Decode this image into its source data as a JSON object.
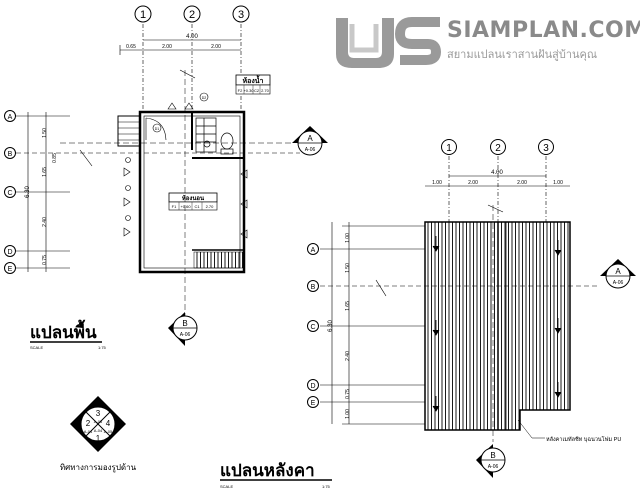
{
  "brand": {
    "name": "SIAMPLAN.COM",
    "tagline": "สยามแปลนเราสานฝันสู่บ้านคุณ",
    "logo_color": "#9a9a9a"
  },
  "floor_plan": {
    "title": "แปลนพื้น",
    "scale_label": "SCALE",
    "scale_value": "1:75",
    "grid_columns": [
      "1",
      "2",
      "3"
    ],
    "grid_rows": [
      "A",
      "B",
      "C",
      "D",
      "E"
    ],
    "overall_width": "4.00",
    "column_dims": [
      "0.65",
      "2.00",
      "2.00"
    ],
    "overall_depth": "6.30",
    "row_dims": [
      "1.50",
      "0.85",
      "1.65",
      "2.40",
      "0.75"
    ],
    "bathroom_label": "ห้องน้ำ",
    "bathroom_level": [
      "F2",
      "+0.30",
      "C2",
      "2.70"
    ],
    "bedroom_label": "ห้องนอน",
    "bedroom_level": [
      "F1",
      "+0.60",
      "C1",
      "2.70"
    ],
    "door_tags": [
      "D2",
      "D1"
    ],
    "section_a": {
      "letter": "A",
      "ref": "A-06"
    },
    "section_b": {
      "letter": "B",
      "ref": "A-06"
    }
  },
  "roof_plan": {
    "title": "แปลนหลังคา",
    "scale_label": "SCALE",
    "scale_value": "1:75",
    "grid_columns": [
      "1",
      "2",
      "3"
    ],
    "grid_rows": [
      "A",
      "B",
      "C",
      "D",
      "E"
    ],
    "overall_width": "4.00",
    "column_dims": [
      "1.00",
      "2.00",
      "2.00",
      "1.00"
    ],
    "overall_depth": "6.30",
    "row_dims": [
      "1.00",
      "1.50",
      "1.65",
      "2.40",
      "0.75",
      "1.00"
    ],
    "roof_note": "หลังคาเมทัลชีท บุฉนวนโฟม PU",
    "section_a": {
      "letter": "A",
      "ref": "A-06"
    },
    "section_b": {
      "letter": "B",
      "ref": "A-06"
    }
  },
  "elevation_key": {
    "caption": "ทิศทางการมองรูปด้าน",
    "top": {
      "num": "3",
      "ref": "A-05"
    },
    "right": {
      "num": "4",
      "ref": "A-05"
    },
    "bottom": {
      "num": "1",
      "ref": "A-04"
    },
    "left": {
      "num": "2",
      "ref": "A-04"
    }
  }
}
